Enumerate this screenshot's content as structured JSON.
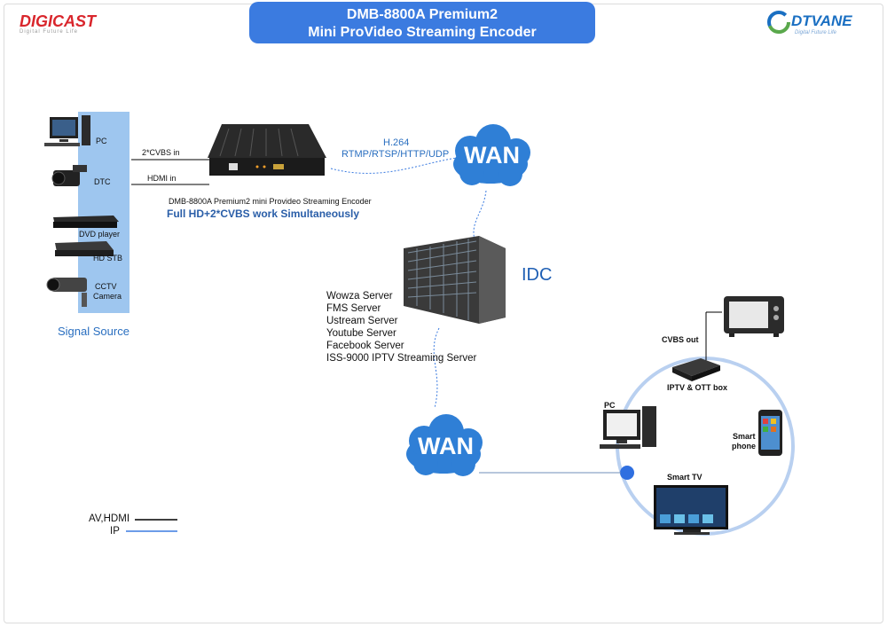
{
  "header": {
    "title_line1": "DMB-8800A Premium2",
    "title_line2": "Mini ProVideo Streaming Encoder",
    "brand_left": "DIGICAST",
    "brand_left_tag": "Digital Future Life",
    "brand_right": "DTVANE",
    "brand_right_tag": "Digital Future Life"
  },
  "sources": {
    "items": [
      "PC",
      "DTC",
      "DVD player",
      "HD STB",
      "CCTV\nCamera"
    ],
    "pc": "PC",
    "dtc": "DTC",
    "dvd": "DVD player",
    "stb": "HD STB",
    "cctv_1": "CCTV",
    "cctv_2": "Camera",
    "panel_label": "Signal Source"
  },
  "inputs": {
    "cvbs": "2*CVBS in",
    "hdmi": "HDMI in"
  },
  "encoder": {
    "caption": "DMB-8800A Premium2 mini Provideo Streaming Encoder",
    "highlight": "Full HD+2*CVBS work Simultaneously"
  },
  "stream": {
    "codec": "H.264",
    "protocols": "RTMP/RTSP/HTTP/UDP"
  },
  "network": {
    "wan_top": "WAN",
    "wan_bottom": "WAN",
    "idc": "IDC"
  },
  "servers": [
    "Wowza Server",
    "FMS Server",
    "Ustream Server",
    "Youtube Server",
    "Facebook Server",
    "ISS-9000 IPTV Streaming Server"
  ],
  "devices": {
    "cvbs_out": "CVBS out",
    "iptv_box": "IPTV & OTT box",
    "pc": "PC",
    "smart_phone_1": "Smart",
    "smart_phone_2": "phone",
    "smart_tv": "Smart TV"
  },
  "legend": {
    "av_hdmi": "AV,HDMI",
    "ip": "IP",
    "colors": {
      "av": "#000000",
      "ip": "#3b7be0"
    }
  },
  "colors": {
    "accent": "#3b7be0",
    "source_panel": "#9ec6ef",
    "cloud": "#2f7fd6",
    "ring": "#b9d0f0"
  }
}
